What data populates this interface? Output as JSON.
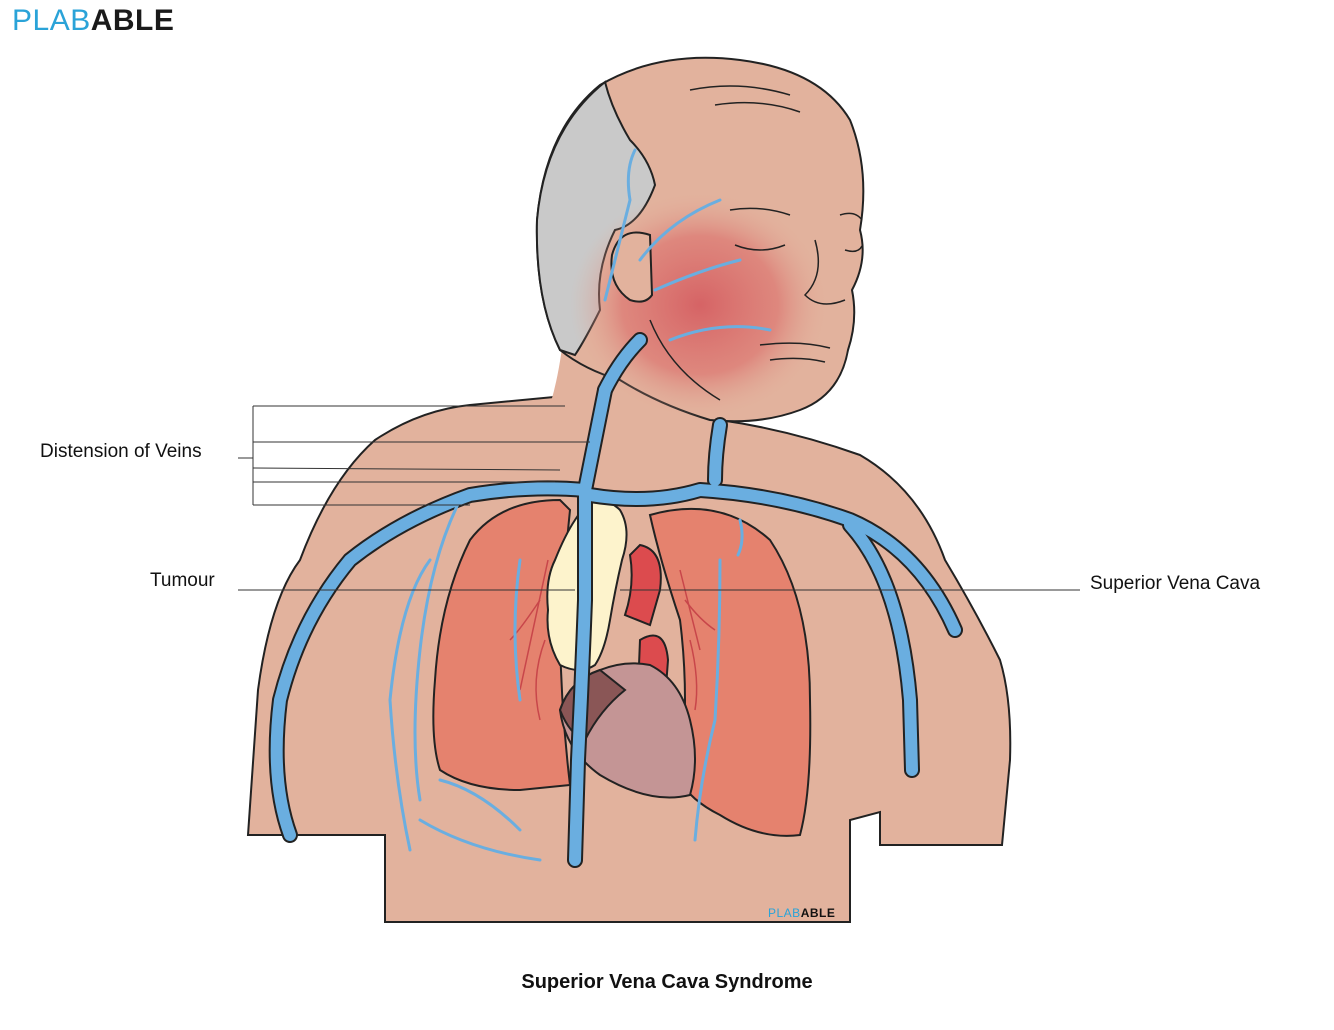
{
  "brand": {
    "prefix": "PLAB",
    "suffix": "ABLE"
  },
  "labels": {
    "distension": "Distension of Veins",
    "tumour": "Tumour",
    "svc": "Superior Vena Cava"
  },
  "caption": "Superior Vena Cava Syndrome",
  "colors": {
    "skin": "#e2b29d",
    "hair": "#c9c9c9",
    "flush": "#d96a6a",
    "vein": "#6aaee0",
    "lung": "#e5826e",
    "tumour": "#fdf3cc",
    "heart": "#c49595",
    "artery": "#dc4b4e",
    "brand_blue": "#2aa3d8"
  }
}
